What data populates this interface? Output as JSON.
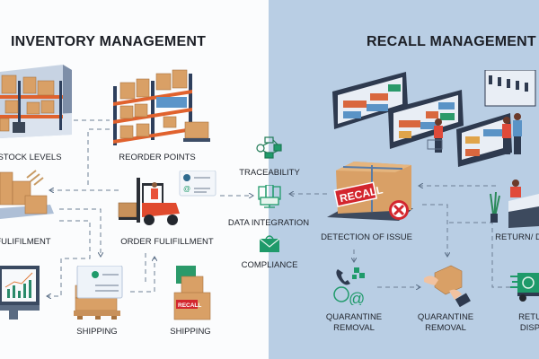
{
  "left_panel": {
    "title": "INVENTORY MANAGEMENT",
    "nodes": {
      "stock_levels": "STOCK LEVELS",
      "reorder_points": "REORDER POINTS",
      "fulfillment": "FULIFILMENT",
      "order_fulfillment": "ORDER FULIFILLMENT",
      "shipping_1": "SHIPPING",
      "shipping_2": "SHIPPING"
    },
    "recall_sticker": "RECALL"
  },
  "center": {
    "traceability": "TRACEABILITY",
    "data_integration": "DATA INTEGRATION",
    "compliance": "COMPLIANCE"
  },
  "right_panel": {
    "title": "RECALL MANAGEMENT",
    "nodes": {
      "detection": "DETECTION OF ISSUE",
      "return": "RETURN/ D",
      "quarantine_1_line1": "QUARANTINE",
      "quarantine_1_line2": "REMOVAL",
      "quarantine_2_line1": "QUARANTINE",
      "quarantine_2_line2": "REMOVAL",
      "return_disposal_line1": "RETU",
      "return_disposal_line2": "DISP"
    },
    "recall_label": "RECALL"
  },
  "colors": {
    "left_bg": "#fbfcfd",
    "right_bg": "#b9cee4",
    "box": "#d9a066",
    "shelf_frame": "#2e3f5c",
    "shelf_beam": "#e0622e",
    "accent_green": "#1f9a6a",
    "recall_red": "#d3262e",
    "arrow": "#5a6e86"
  }
}
